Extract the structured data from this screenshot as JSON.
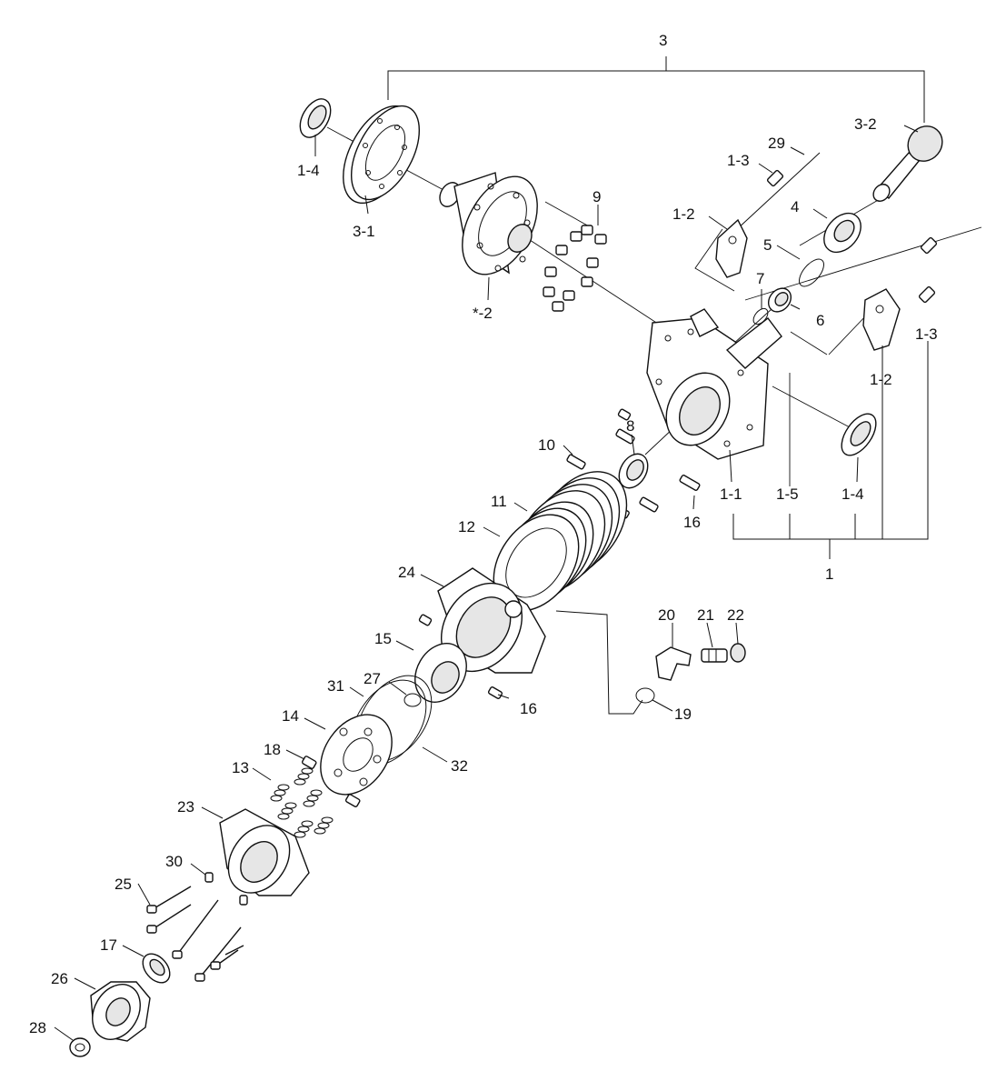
{
  "labels": {
    "l3": "3",
    "l3_2": "3-2",
    "l29": "29",
    "l1_3a": "1-3",
    "l1_4a": "1-4",
    "l3_1": "3-1",
    "l9": "9",
    "l1_2a": "1-2",
    "l4": "4",
    "l5": "5",
    "l7": "7",
    "l6": "6",
    "l_2": "*-2",
    "l1_3b": "1-3",
    "l1_2b": "1-2",
    "l10": "10",
    "l8": "8",
    "l1_1": "1-1",
    "l1_5": "1-5",
    "l1_4b": "1-4",
    "l11": "11",
    "l16a": "16",
    "l12": "12",
    "l1": "1",
    "l24": "24",
    "l20": "20",
    "l21": "21",
    "l22": "22",
    "l15": "15",
    "l31": "31",
    "l27": "27",
    "l16b": "16",
    "l19": "19",
    "l14": "14",
    "l32": "32",
    "l18": "18",
    "l13": "13",
    "l23": "23",
    "l30": "30",
    "l25": "25",
    "l17": "17",
    "l26": "26",
    "l28": "28"
  }
}
